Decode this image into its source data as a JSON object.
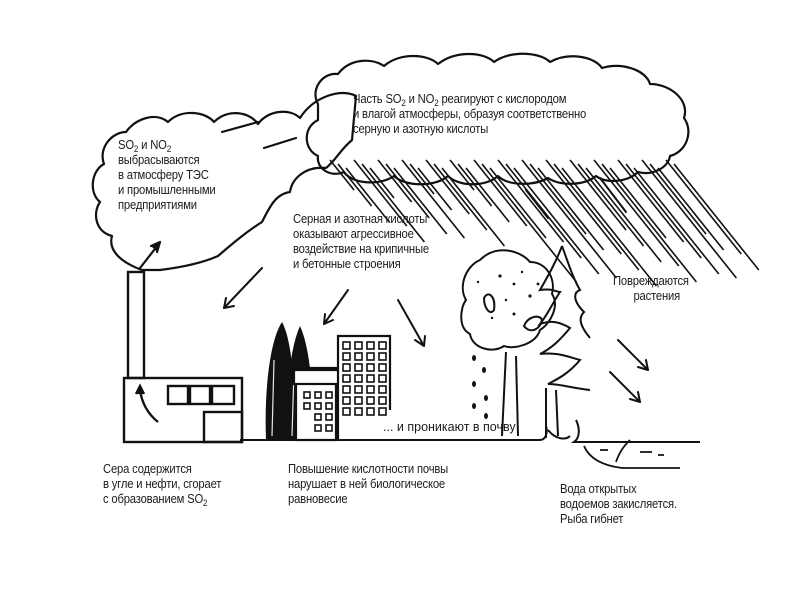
{
  "title": "Acid rain formation diagram",
  "labels": {
    "emission": {
      "line1_prefix": "SO",
      "line1_sub1": "2",
      "line1_mid": " и NO",
      "line1_sub2": "2",
      "lines": [
        "выбрасываются",
        "в атмосферу ТЭС",
        "и промышленными",
        "предприятиями"
      ]
    },
    "reaction": {
      "line1_a": "Часть SO",
      "line1_sub1": "2",
      "line1_b": " и NO",
      "line1_sub2": "2",
      "line1_c": " реагируют с кислородом",
      "lines": [
        "и влагой атмосферы, образуя соответственно",
        "серную и азотную кислоты"
      ]
    },
    "buildings": {
      "lines": [
        "Серная и азотная кислоты",
        "оказывают агрессивное",
        "воздействие на крипичные",
        "и бетонные строения"
      ]
    },
    "plants": {
      "lines": [
        "Повреждаются",
        "растения"
      ]
    },
    "soil_penetration": "... и проникают в почву",
    "sulfur": {
      "lines": [
        "Сера содержится",
        "в угле и нефти, сгорает"
      ],
      "line3_prefix": "с образованием SO",
      "line3_sub": "2"
    },
    "soil_acidity": {
      "lines": [
        "Повышение кислотности почвы",
        "нарушает в ней биологическое",
        "равновесие"
      ]
    },
    "water": {
      "lines": [
        "Вода открытых",
        "водоемов закисляется.",
        "Рыба гибнет"
      ]
    }
  },
  "colors": {
    "ink": "#111111",
    "paper": "#ffffff"
  }
}
